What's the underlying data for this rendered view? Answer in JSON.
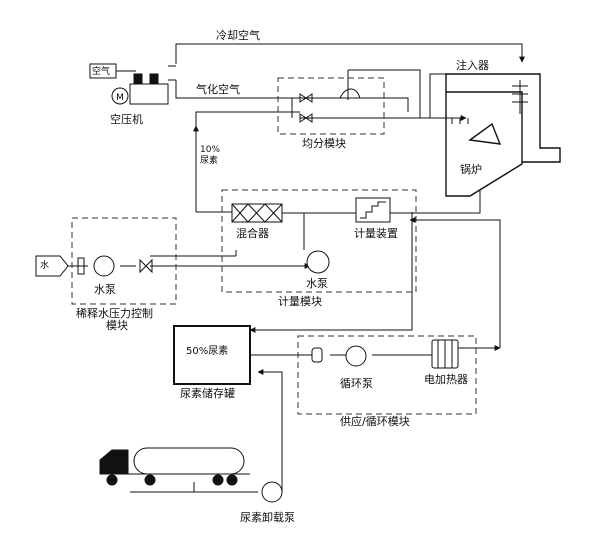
{
  "labels": {
    "compressor": "空压机",
    "air_tag": "空气",
    "cooling_air": "冷却空气",
    "gasified_air": "气化空气",
    "injector": "注入器",
    "distribution_module": "均分模块",
    "boiler": "锅炉",
    "urea_10_line1": "10%",
    "urea_10_line2": "尿素",
    "mixer": "混合器",
    "metering_device": "计量装置",
    "water_tag": "水",
    "water_pump_left": "水泵",
    "water_pump_right": "水泵",
    "metering_module": "计量模块",
    "dilution_module_line1": "稀释水压力控制",
    "dilution_module_line2": "模块",
    "tank_content": "50%尿素",
    "urea_tank": "尿素储存罐",
    "circulation_pump": "循环泵",
    "electric_heater": "电加热器",
    "supply_module": "供应/循环模块",
    "unloading_pump": "尿素卸载泵"
  },
  "icons": {
    "motor": "motor-icon",
    "pump": "pump-icon",
    "valve": "valve-icon",
    "truck": "tanker-truck-icon"
  },
  "colors": {
    "line": "#111111",
    "dashed_box": "#333333",
    "background": "#ffffff"
  }
}
